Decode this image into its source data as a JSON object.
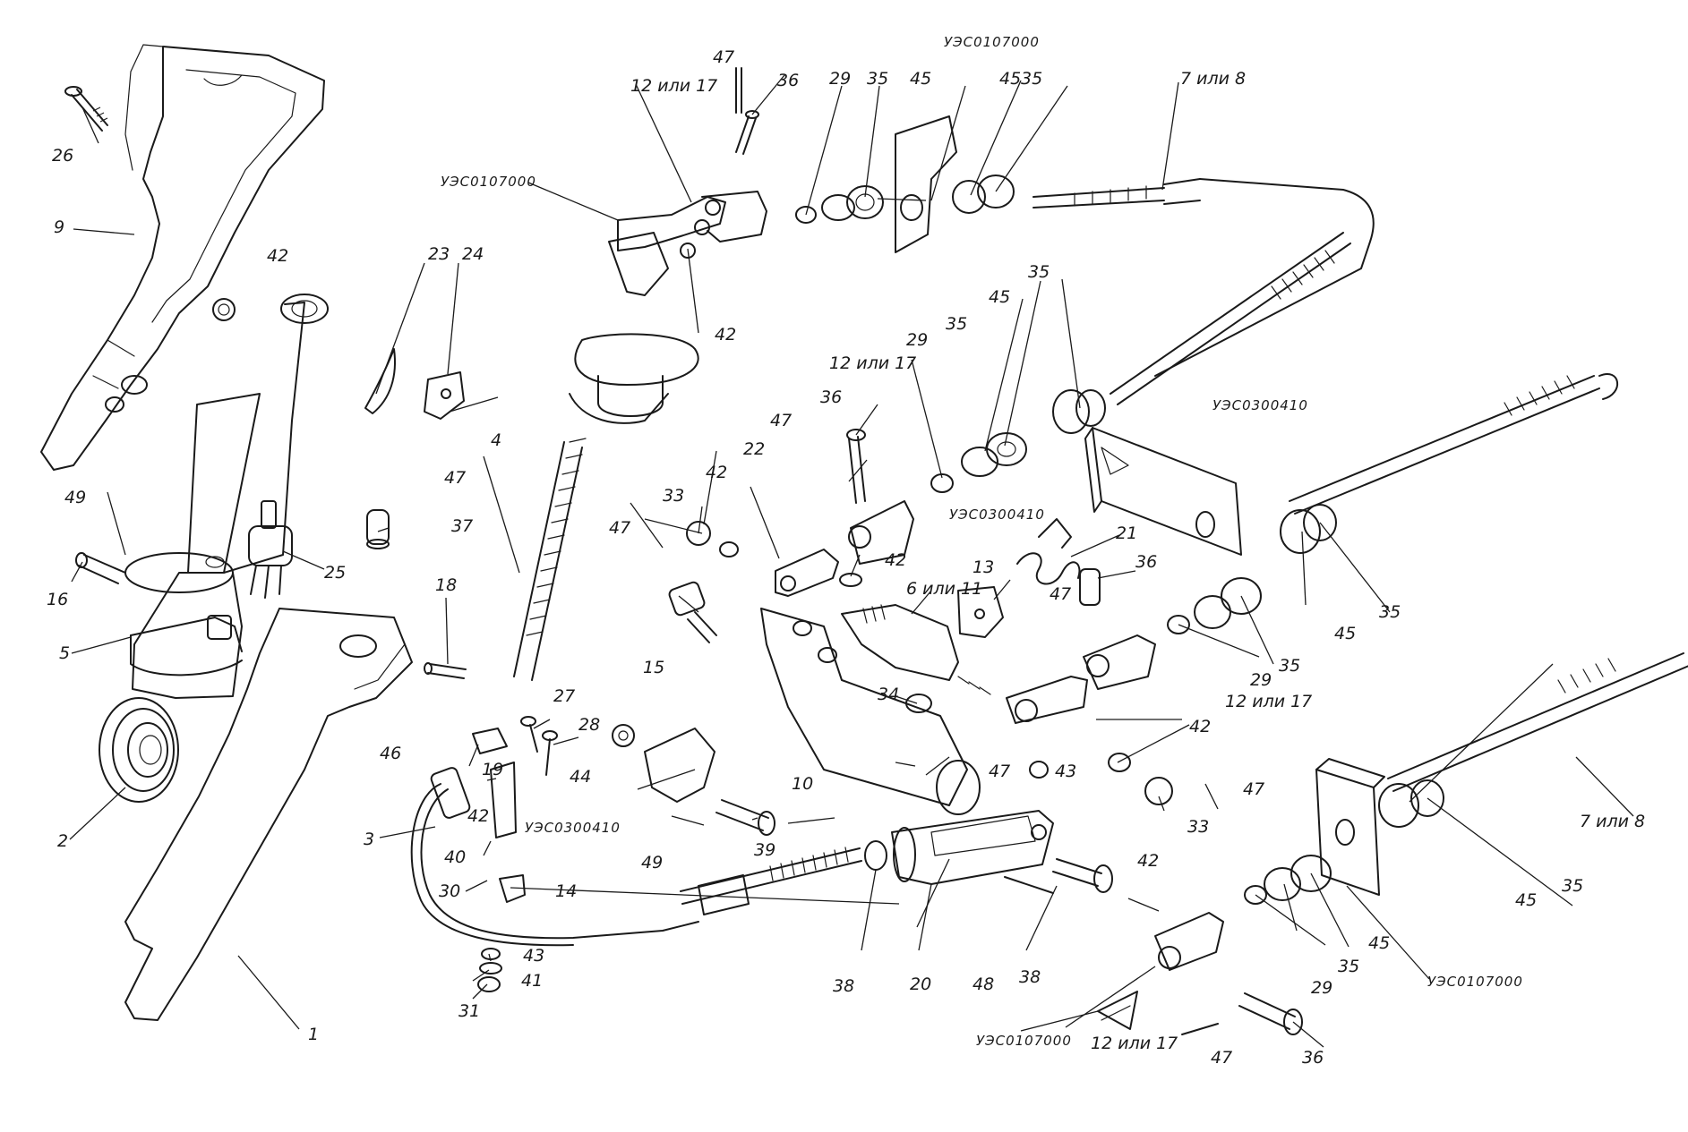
{
  "labels": {
    "p1": "1",
    "p2": "2",
    "p3": "3",
    "p4": "4",
    "p5": "5",
    "p9": "9",
    "p10": "10",
    "p13": "13",
    "p14": "14",
    "p15": "15",
    "p16": "16",
    "p18": "18",
    "p19": "19",
    "p20": "20",
    "p21": "21",
    "p22": "22",
    "p23": "23",
    "p24": "24",
    "p25": "25",
    "p26": "26",
    "p27": "27",
    "p28": "28",
    "p29a": "29",
    "p29b": "29",
    "p29c": "29",
    "p29d": "29",
    "p30": "30",
    "p31": "31",
    "p33a": "33",
    "p33b": "33",
    "p34": "34",
    "p35a": "35",
    "p35b": "35",
    "p35c": "35",
    "p35d": "35",
    "p35e": "35",
    "p35f": "35",
    "p35g": "35",
    "p35h": "35",
    "p36a": "36",
    "p36b": "36",
    "p36c": "36",
    "p36d": "36",
    "p37": "37",
    "p38a": "38",
    "p38b": "38",
    "p39": "39",
    "p40": "40",
    "p41": "41",
    "p42a": "42",
    "p42b": "42",
    "p42c": "42",
    "p42d": "42",
    "p42e": "42",
    "p42f": "42",
    "p42g": "42",
    "p43a": "43",
    "p43b": "43",
    "p44": "44",
    "p45a": "45",
    "p45b": "45",
    "p45c": "45",
    "p45d": "45",
    "p45e": "45",
    "p45f": "45",
    "p46": "46",
    "p47a": "47",
    "p47b": "47",
    "p47c": "47",
    "p47d": "47",
    "p47e": "47",
    "p47f": "47",
    "p47g": "47",
    "p47h": "47",
    "p48": "48",
    "p49a": "49",
    "p49b": "49",
    "alt12_17a": "12 или 17",
    "alt12_17b": "12 или 17",
    "alt12_17c": "12 или 17",
    "alt12_17d": "12 или 17",
    "alt6_11": "6 или 11",
    "alt7_8a": "7 или 8",
    "alt7_8b": "7 или 8",
    "code_top": "УЭС0107000",
    "code_left": "УЭС0107000",
    "code_br": "УЭС0107000",
    "code_bl": "УЭС0107000",
    "code_mid": "УЭС0300410",
    "code_midsmall": "УЭС0300410",
    "code_bot": "УЭС0300410"
  }
}
